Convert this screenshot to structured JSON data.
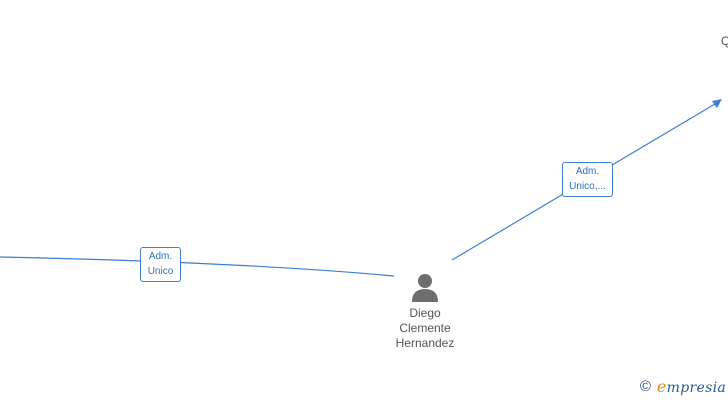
{
  "colors": {
    "edge": "#3d7fd0",
    "edge_label_text": "#2f6fc4",
    "node_icon": "#6e6e6e",
    "node_text": "#555555",
    "brand_orange": "#e08a1e",
    "brand_blue": "#2a5a8a"
  },
  "graph": {
    "center_node": {
      "name_lines": [
        "Diego",
        "Clemente",
        "Hernandez"
      ],
      "icon": "person-icon"
    },
    "edges": [
      {
        "label_lines": [
          "Adm.",
          "Unico"
        ],
        "direction": "to-left"
      },
      {
        "label_lines": [
          "Adm.",
          "Unico,..."
        ],
        "direction": "to-right-arrow"
      }
    ],
    "offscreen_node_label": "Q"
  },
  "brand": {
    "copyright_symbol": "©",
    "name_first": "e",
    "name_rest": "mpresia"
  }
}
